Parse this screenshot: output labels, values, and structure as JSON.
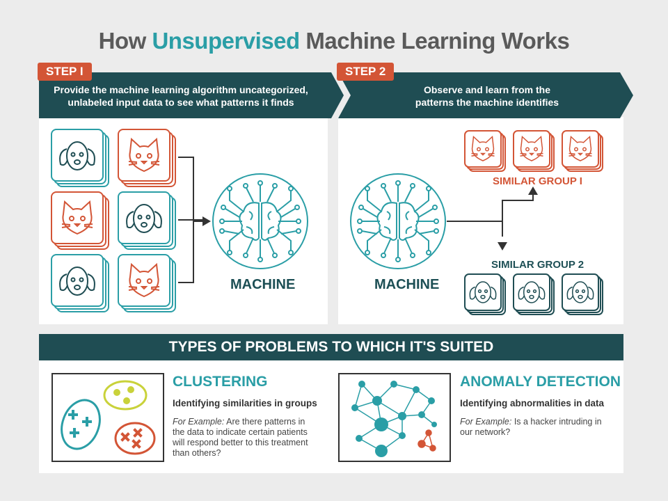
{
  "title": {
    "prefix": "How ",
    "accent": "Unsupervised",
    "suffix": " Machine Learning Works"
  },
  "step1": {
    "tag": "STEP I",
    "line1": "Provide the machine learning algorithm uncategorized,",
    "line2": "unlabeled input data to see what patterns it finds",
    "machine": "MACHINE"
  },
  "step2": {
    "tag": "STEP 2",
    "line1": "Observe and learn from the",
    "line2": "patterns the machine identifies",
    "machine": "MACHINE",
    "group1": "SIMILAR GROUP I",
    "group2": "SIMILAR GROUP 2"
  },
  "types": {
    "heading": "TYPES OF PROBLEMS TO WHICH IT'S SUITED"
  },
  "clustering": {
    "title": "CLUSTERING",
    "subtitle": "Identifying similarities in groups",
    "example_label": "For Example:",
    "line1": " Are there patterns in",
    "line2": "the data to indicate certain patients",
    "line3": "will respond better to this treatment",
    "line4": "than others?"
  },
  "anomaly": {
    "title": "ANOMALY DETECTION",
    "subtitle": "Identifying abnormalities in data",
    "example_label": "For Example:",
    "line1": " Is a hacker intruding in",
    "line2": "our network?"
  },
  "colors": {
    "teal": "#2a9ea6",
    "dark_teal": "#1f4d53",
    "orange": "#d35536",
    "yellow": "#c9d23a"
  }
}
